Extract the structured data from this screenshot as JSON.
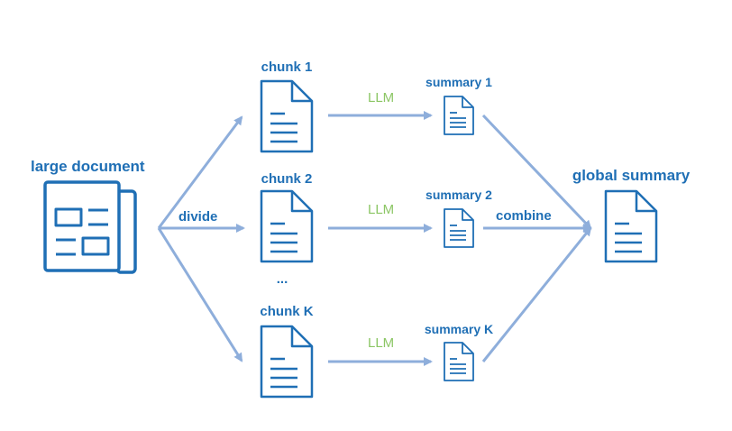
{
  "diagram": {
    "source_label": "large document",
    "divide_label": "divide",
    "chunks": [
      "chunk 1",
      "chunk 2",
      "chunk K"
    ],
    "ellipsis": "...",
    "llm_label": "LLM",
    "summaries": [
      "summary 1",
      "summary 2",
      "summary K"
    ],
    "combine_label": "combine",
    "result_label": "global summary"
  },
  "colors": {
    "primary_blue": "#1f6fb5",
    "arrow_blue": "#8eaedb",
    "llm_green": "#8cc665"
  }
}
